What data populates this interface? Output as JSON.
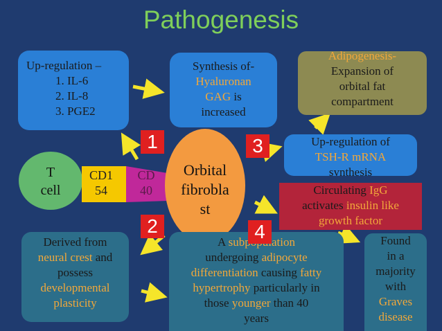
{
  "title": "Pathogenesis",
  "cells": {
    "t_cell": [
      "T",
      "cell"
    ],
    "cd154": [
      "CD1",
      "54"
    ],
    "cd40": [
      "CD",
      "40"
    ],
    "fibroblast": [
      "Orbital",
      "fibrobla",
      "st"
    ]
  },
  "numbers": [
    "1",
    "2",
    "3",
    "4"
  ],
  "upregulation": {
    "heading": "Up-regulation –",
    "items": [
      {
        "n": "1.",
        "t": "IL-6"
      },
      {
        "n": "2.",
        "t": "IL-8"
      },
      {
        "n": "3.",
        "t": "PGE2"
      }
    ]
  },
  "synthesis": {
    "line1": "Synthesis of-",
    "hl1": "Hyaluronan",
    "hl2": "GAG",
    "rest": " is",
    "line4": "increased"
  },
  "adipogenesis": {
    "hl": "Adipogenesis-",
    "line2": "Expansion  of",
    "line3": "orbital fat",
    "line4": "compartment"
  },
  "tshr": {
    "line1": "Up-regulation of",
    "hl": "TSH-R mRNA",
    "line3": "synthesis"
  },
  "igg": {
    "p1": "Circulating ",
    "hl1": "IgG",
    "line2a": "activates ",
    "hl2": "insulin like",
    "hl3": "growth factor"
  },
  "neural": {
    "line1": "Derived from",
    "hl1": "neural crest",
    "and": " and",
    "line3": "possess",
    "hl2": "developmental",
    "hl3": "plasticity"
  },
  "subpop": {
    "a": "A ",
    "hl1": "subpopulation",
    "line2a": "undergoing ",
    "hl2": "adipocyte",
    "hl3": "differentiation",
    "mid": " causing ",
    "hl4": "fatty",
    "hl5": "hypertrophy",
    "rest": " particularly in",
    "line4a": "those ",
    "hl6": "younger",
    "line4b": " than 40",
    "line5": "years"
  },
  "found": {
    "line1": "Found",
    "line2": "in a",
    "line3": "majority",
    "line4": "with",
    "hl1": "Graves",
    "hl2": "disease"
  },
  "colors": {
    "background": "#1f3b6f",
    "title": "#7fcf5a",
    "highlight": "#f2a83a",
    "arrow": "#f5e52a",
    "number_badge": "#e02020",
    "blue_box": "#2a7fd6",
    "olive_box": "#8d8a52",
    "red_box": "#b3243a",
    "teal_box": "#2c6e8a",
    "t_cell": "#63b86e",
    "cd154": "#f5c800",
    "cd40": "#c0289a",
    "fibroblast": "#f39a40"
  }
}
